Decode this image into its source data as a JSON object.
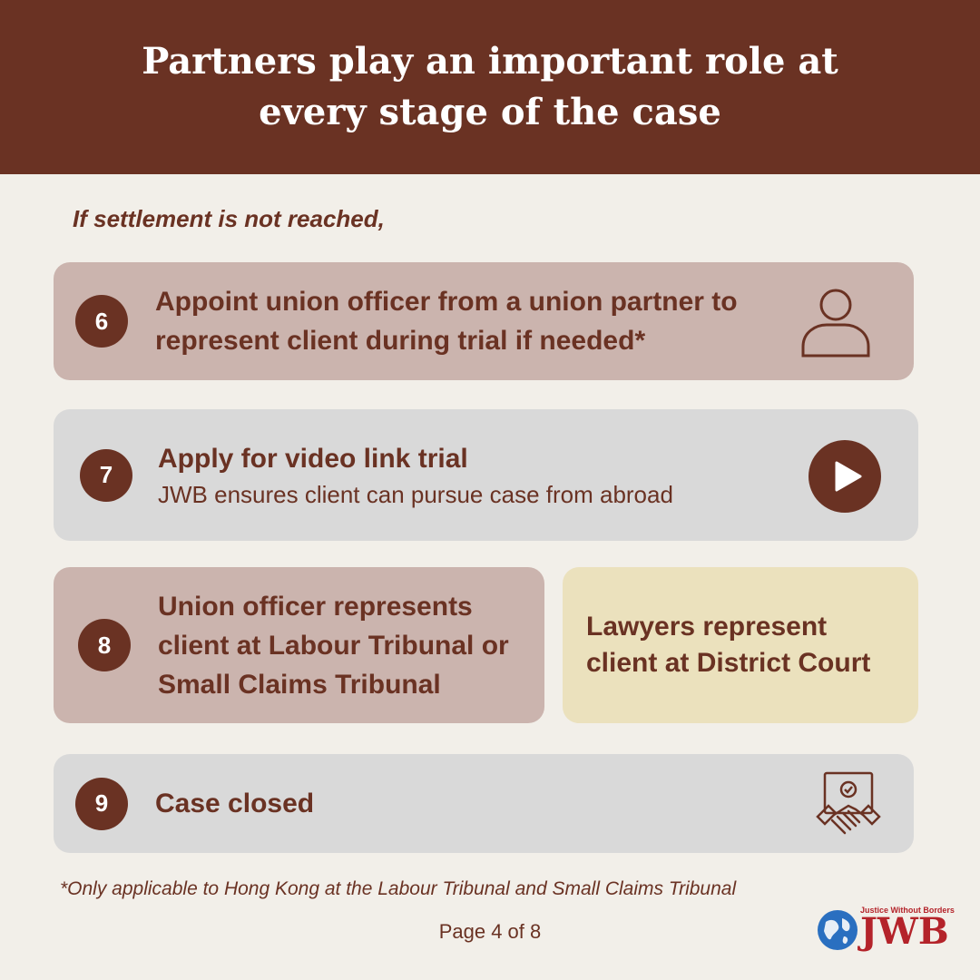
{
  "header": {
    "title": "Partners play an important role at every stage of the case"
  },
  "intro": "If settlement is not reached,",
  "steps": [
    {
      "number": "6",
      "title": "Appoint union officer from a union partner to represent client during trial if needed*",
      "icon": "person-icon"
    },
    {
      "number": "7",
      "title": "Apply for video link trial",
      "subtitle": "JWB ensures client can pursue case from abroad",
      "icon": "play-icon"
    },
    {
      "number": "8",
      "title": "Union officer represents client at Labour Tribunal or Small Claims Tribunal",
      "alt_title": "Lawyers represent client at District Court"
    },
    {
      "number": "9",
      "title": "Case closed",
      "icon": "handshake-document-icon"
    }
  ],
  "footnote": "*Only applicable to Hong Kong at the Labour Tribunal and Small Claims Tribunal",
  "page": "Page 4 of 8",
  "logo": {
    "tagline": "Justice Without Borders",
    "text": "JWB",
    "icon": "globe-icon"
  },
  "colors": {
    "brand": "#6a3223",
    "pink_card": "#cbb4ae",
    "grey_card": "#d9d9d9",
    "cream_card": "#ebe1bd",
    "background": "#f2efe9",
    "logo_red": "#b4232a"
  }
}
